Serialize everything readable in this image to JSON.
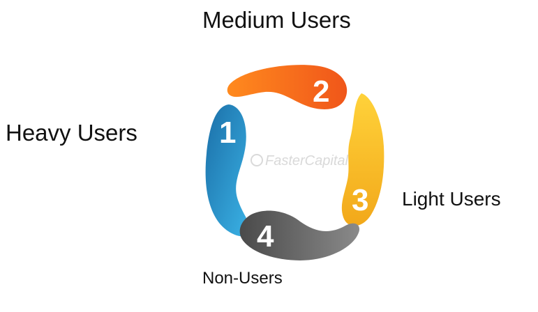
{
  "labels": {
    "medium": "Medium Users",
    "heavy": "Heavy Users",
    "light": "Light Users",
    "non": "Non-Users"
  },
  "segments": [
    {
      "number": "1",
      "color_light": "#3bb3e6",
      "color_dark": "#1b6fa8"
    },
    {
      "number": "2",
      "color_light": "#ff8a1e",
      "color_dark": "#f0561a"
    },
    {
      "number": "3",
      "color_light": "#ffd23a",
      "color_dark": "#f2a81a"
    },
    {
      "number": "4",
      "color_light": "#8a8a8a",
      "color_dark": "#4a4a4a"
    }
  ],
  "watermark": "FasterCapital"
}
